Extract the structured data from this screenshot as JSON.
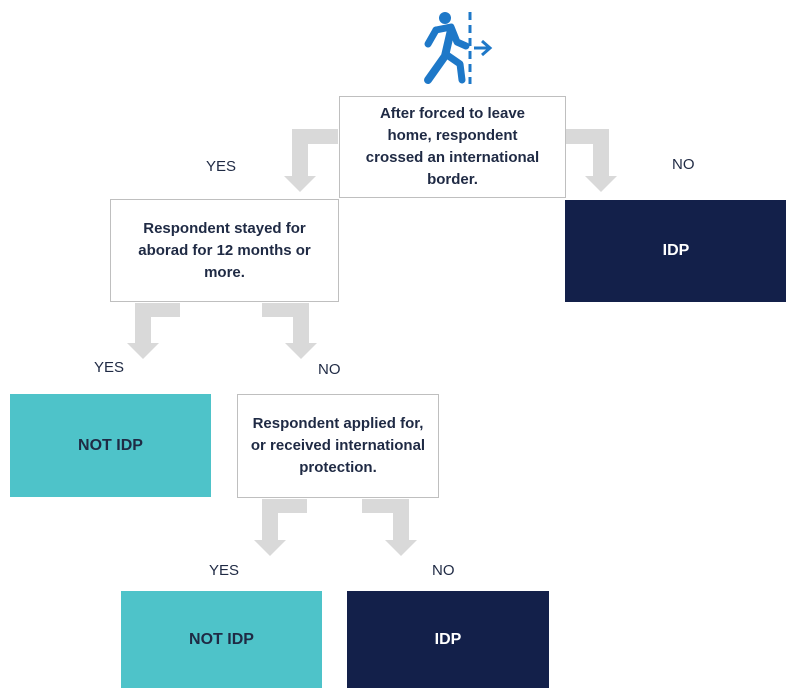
{
  "nodes": {
    "q1": "After forced to leave home, respondent crossed an international border.",
    "q2": "Respondent stayed for aborad for 12 months or more.",
    "q3": "Respondent applied for, or received international protection.",
    "outcome_q1_no": "IDP",
    "outcome_q2_yes": "NOT IDP",
    "outcome_q3_yes": "NOT IDP",
    "outcome_q3_no": "IDP"
  },
  "labels": {
    "q1_yes": "YES",
    "q1_no": "NO",
    "q2_yes": "YES",
    "q2_no": "NO",
    "q3_yes": "YES",
    "q3_no": "NO"
  },
  "colors": {
    "idp": "#13204a",
    "not_idp": "#4ec3c9",
    "arrow": "#d9d9d9",
    "icon": "#1e78c8"
  },
  "icon": "person-exit-icon"
}
